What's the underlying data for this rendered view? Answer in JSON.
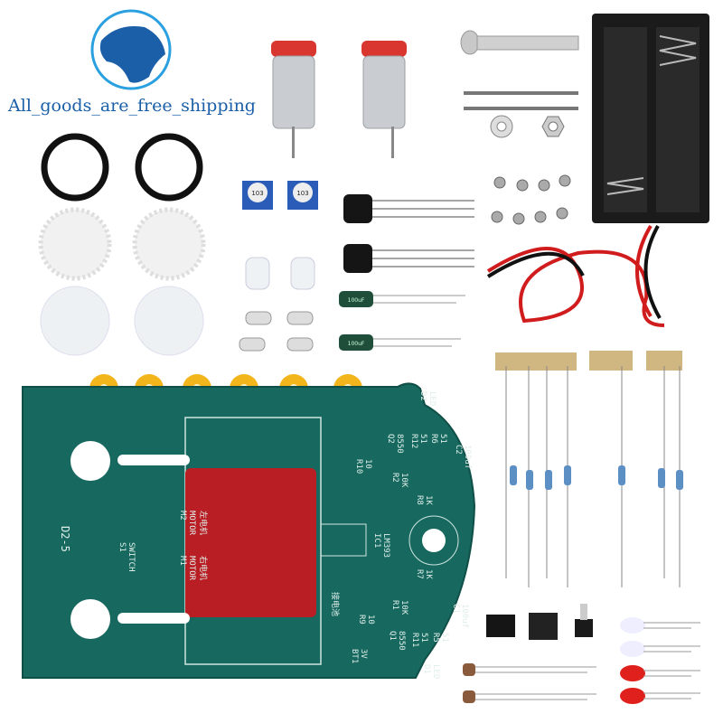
{
  "logo": {
    "text": "All_goods_are_free_shipping",
    "globe_color": "#1a5fa8",
    "ring_color": "#2aa0e0"
  },
  "colors": {
    "pcb": "#17695f",
    "pcb_edge": "#0f4f47",
    "tape": "#b81e23",
    "spacer": "#f2b51c",
    "motor_cap": "#d8362f",
    "resistor": "#5c8fc4"
  },
  "parts": {
    "potentiometer_label": "103",
    "capacitor_label": "100uF"
  },
  "pcb": {
    "labels": {
      "d2": "D2",
      "d2_type": "LED",
      "q2": "Q2",
      "q2_type": "8550",
      "r12": "R12",
      "r12_val": "51",
      "r6": "R6",
      "r6_val": "51",
      "c2": "C2",
      "c2_val": "100uf",
      "r10": "R10",
      "r10_val": "10",
      "r2": "R2",
      "r2_val": "10K",
      "r8": "R8",
      "r8_val": "1K",
      "ic1": "IC1",
      "ic1_type": "LM393",
      "r7": "R7",
      "r7_val": "1K",
      "r1": "R1",
      "r1_val": "10K",
      "c1": "C1",
      "c1_val": "100uf",
      "r9": "R9",
      "r9_val": "10",
      "q1": "Q1",
      "q1_type": "8550",
      "r11": "R11",
      "r11_val": "51",
      "r5": "R5",
      "r5_val": "51",
      "d1": "D1",
      "d1_type": "LED",
      "bt1": "BT1",
      "bt1_val": "3V",
      "battery": "接电池",
      "m2": "M2",
      "m2_type": "MOTOR",
      "m2_cn": "左电机",
      "m1": "M1",
      "m1_type": "MOTOR",
      "m1_cn": "右电机",
      "s1": "S1",
      "s1_type": "SWITCH",
      "model": "D2-5"
    }
  }
}
